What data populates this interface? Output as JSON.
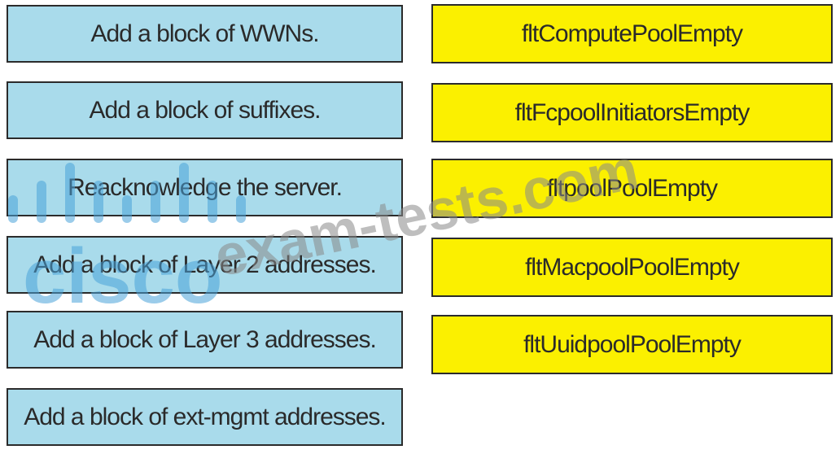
{
  "actions": [
    {
      "label": "Add a block of WWNs."
    },
    {
      "label": "Add a block of suffixes."
    },
    {
      "label": "Reacknowledge the server."
    },
    {
      "label": "Add a block of Layer 2 addresses."
    },
    {
      "label": "Add a block of  Layer 3 addresses."
    },
    {
      "label": "Add a block of ext-mgmt addresses."
    }
  ],
  "faults": [
    {
      "label": "fltComputePoolEmpty"
    },
    {
      "label": "fltFcpoolInitiatorsEmpty"
    },
    {
      "label": "fltpoolPoolEmpty"
    },
    {
      "label": "fltMacpoolPoolEmpty"
    },
    {
      "label": "fltUuidpoolPoolEmpty"
    }
  ],
  "watermark": {
    "brand": "cisco",
    "site": "exam-tests.com",
    "color": "#4aa3d9"
  },
  "colors": {
    "action_fill": "#a9dbeb",
    "fault_fill": "#fbf000",
    "border": "#2b2b2b"
  }
}
